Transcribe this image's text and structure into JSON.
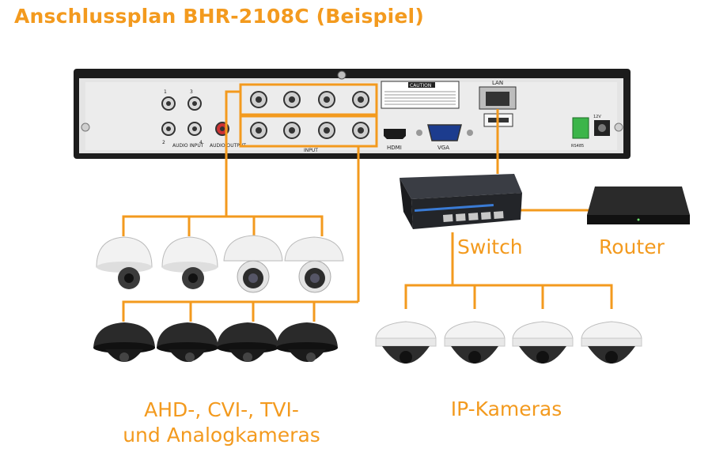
{
  "title": "Anschlussplan BHR-2108C (Beispiel)",
  "colors": {
    "accent": "#f39a1e",
    "device": "#1c1c1c",
    "panel": "#e6e6e6",
    "camera_white": "#f2f2f2",
    "camera_black": "#1e1e1e"
  },
  "dvr": {
    "audio_input_label": "AUDIO INPUT",
    "audio_output_label": "AUDIO OUTPUT",
    "audio_numbers": [
      "1",
      "3",
      "2",
      "4"
    ],
    "input_label": "INPUT",
    "hdmi_label": "HDMI",
    "vga_label": "VGA",
    "lan_label": "LAN",
    "caution_label": "CAUTION",
    "power_label": "12V",
    "rs485_label": "RS485"
  },
  "labels": {
    "switch": "Switch",
    "router": "Router",
    "analog_line1": "AHD-, CVI-, TVI-",
    "analog_line2": "und Analogkameras",
    "ip": "IP-Kameras"
  }
}
